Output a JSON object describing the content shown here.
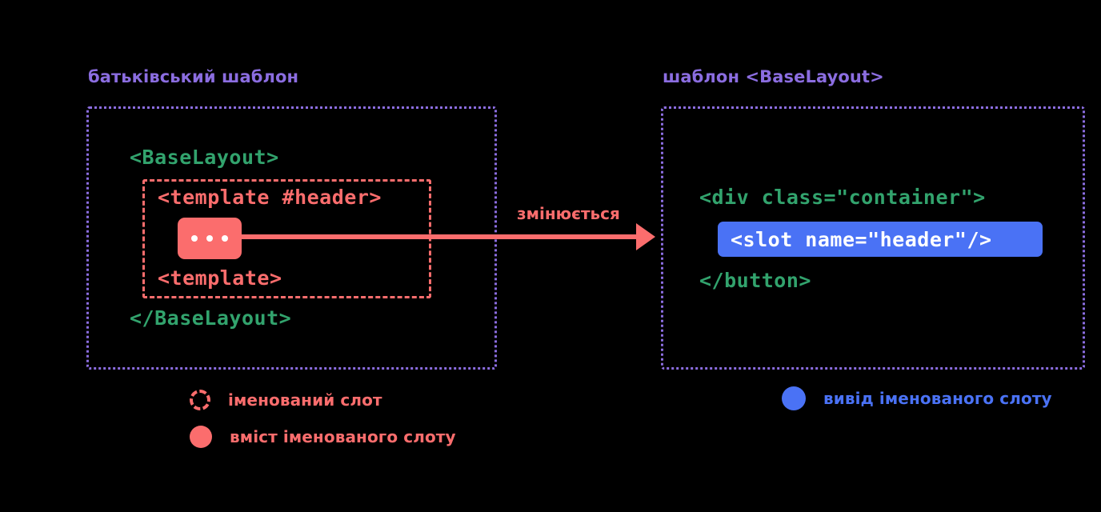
{
  "diagram": {
    "background_color": "#000000",
    "accent_purple": "#8b6de0",
    "accent_green": "#32a36d",
    "accent_coral": "#fb6d6d",
    "accent_blue": "#4a72f5",
    "panels": {
      "left": {
        "title": "батьківський шаблон",
        "code": {
          "open_tag": "<BaseLayout>",
          "close_tag": "</BaseLayout>",
          "inner_open_tag": "<template #header>",
          "inner_close_tag": "<template>"
        },
        "slot_content_dots": "..."
      },
      "right": {
        "title": "шаблон <BaseLayout>",
        "code": {
          "open_tag": "<div class=\"container\">",
          "slot_output": "<slot name=\"header\"/>",
          "close_tag": "</button>"
        }
      }
    },
    "arrow": {
      "label": "змінюється",
      "direction": "left-to-right",
      "color": "#fb6d6d"
    },
    "legend": {
      "items": [
        {
          "label": "іменований слот",
          "marker": "dashed-circle",
          "color": "#fb6d6d"
        },
        {
          "label": "вміст іменованого слоту",
          "marker": "filled-circle",
          "color": "#fb6d6d"
        },
        {
          "label": "вивід іменованого слоту",
          "marker": "filled-circle",
          "color": "#4a72f5"
        }
      ]
    }
  }
}
